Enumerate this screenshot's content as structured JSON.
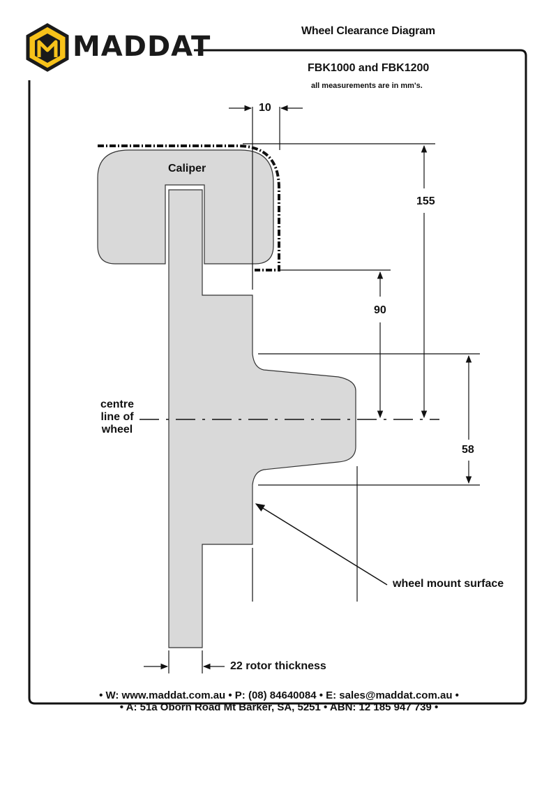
{
  "brand": {
    "name": "MADDAT",
    "logo_letter": "M",
    "accent": "#f7c21a",
    "dark": "#1a1a1a"
  },
  "header": {
    "title": "Wheel Clearance Diagram",
    "subtitle": "FBK1000 and FBK1200",
    "note": "all measurements are in mm's."
  },
  "diagram": {
    "caliper_label": "Caliper",
    "centre_line_label": [
      "centre",
      "line of",
      "wheel"
    ],
    "dim_10": "10",
    "dim_155": "155",
    "dim_90": "90",
    "dim_58": "58",
    "wheel_mount_label": "wheel mount surface",
    "rotor_thickness_label": "22 rotor thickness",
    "fill_color": "#d9d9d9"
  },
  "footer": {
    "line1": "• W: www.maddat.com.au • P: (08) 84640084 • E: sales@maddat.com.au •",
    "line2": "• A: 51a Oborn Road Mt Barker, SA, 5251 • ABN: 12 185 947 739 •"
  }
}
